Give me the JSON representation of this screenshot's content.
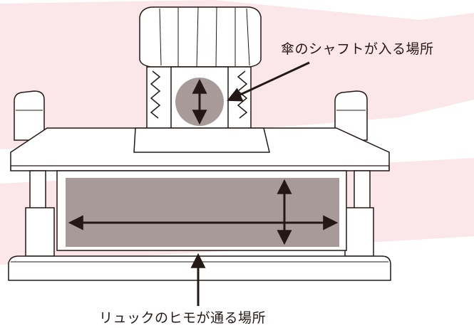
{
  "labels": {
    "umbrella_shaft": "傘のシャフトが入る場所",
    "backpack_strap": "リュックのヒモが通る場所"
  },
  "colors": {
    "background": "#ffffff",
    "pink_band": "#fbe7e9",
    "outline": "#231815",
    "body_fill": "#ffffff",
    "slot_fill": "#a99a9a",
    "arrow": "#231815"
  },
  "icons": {
    "shaft_arrow": "double-arrow-vertical",
    "strap_arrow_horizontal": "double-arrow-horizontal",
    "strap_arrow_vertical": "double-arrow-vertical"
  }
}
